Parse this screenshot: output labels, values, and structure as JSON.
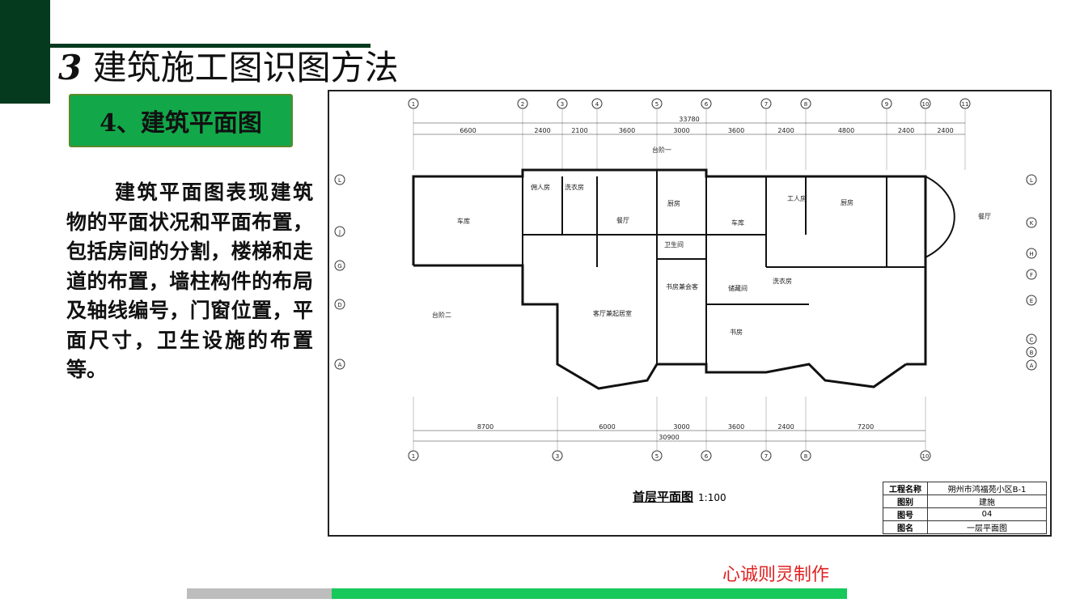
{
  "slide": {
    "title_number": "3",
    "title": "建筑施工图识图方法",
    "subtitle": "4、建筑平面图",
    "body": "建筑平面图表现建筑物的平面状况和平面布置，包括房间的分割，楼梯和走道的布置，墙柱构件的布局及轴线编号，门窗位置，平面尺寸，卫生设施的布置等。",
    "credit": "心诚则灵制作",
    "colors": {
      "dark_green": "#063a1f",
      "box_green": "#12a84a",
      "credit_red": "#e02020",
      "bar_green": "#17c85a",
      "bar_gray": "#bdbdbd"
    }
  },
  "drawing": {
    "title": "首层平面图",
    "scale": "1:100",
    "axes_top": [
      "1",
      "2",
      "3",
      "4",
      "5",
      "6",
      "7",
      "8",
      "9",
      "10",
      "11"
    ],
    "axes_bottom": [
      "1",
      "3",
      "5",
      "6",
      "7",
      "8",
      "10"
    ],
    "axes_left": [
      "L",
      "J",
      "G",
      "D",
      "A"
    ],
    "axes_right": [
      "L",
      "K",
      "H",
      "F",
      "E",
      "C",
      "B",
      "A"
    ],
    "overall_top": "33780",
    "dims_top": [
      "6600",
      "2400",
      "2100",
      "3600",
      "3000",
      "3600",
      "2400",
      "4800",
      "2400",
      "2400"
    ],
    "dims_bottom": [
      "8700",
      "6000",
      "3000",
      "3600",
      "2400",
      "7200"
    ],
    "overall_bottom": "30900",
    "rooms": [
      "车库",
      "佣人房",
      "洗衣房",
      "厨房",
      "餐厅",
      "卫生间",
      "客厅兼起居室",
      "书房兼会客",
      "车库",
      "储藏间",
      "洗衣房",
      "书房",
      "工人房",
      "厨房",
      "餐厅",
      "台阶一",
      "台阶二"
    ],
    "title_block": [
      {
        "label": "工程名称",
        "value": "朔州市鸿福苑小区B-1"
      },
      {
        "label": "图别",
        "value": "建施"
      },
      {
        "label": "图号",
        "value": "04"
      },
      {
        "label": "图名",
        "value": "一层平面图"
      }
    ]
  }
}
